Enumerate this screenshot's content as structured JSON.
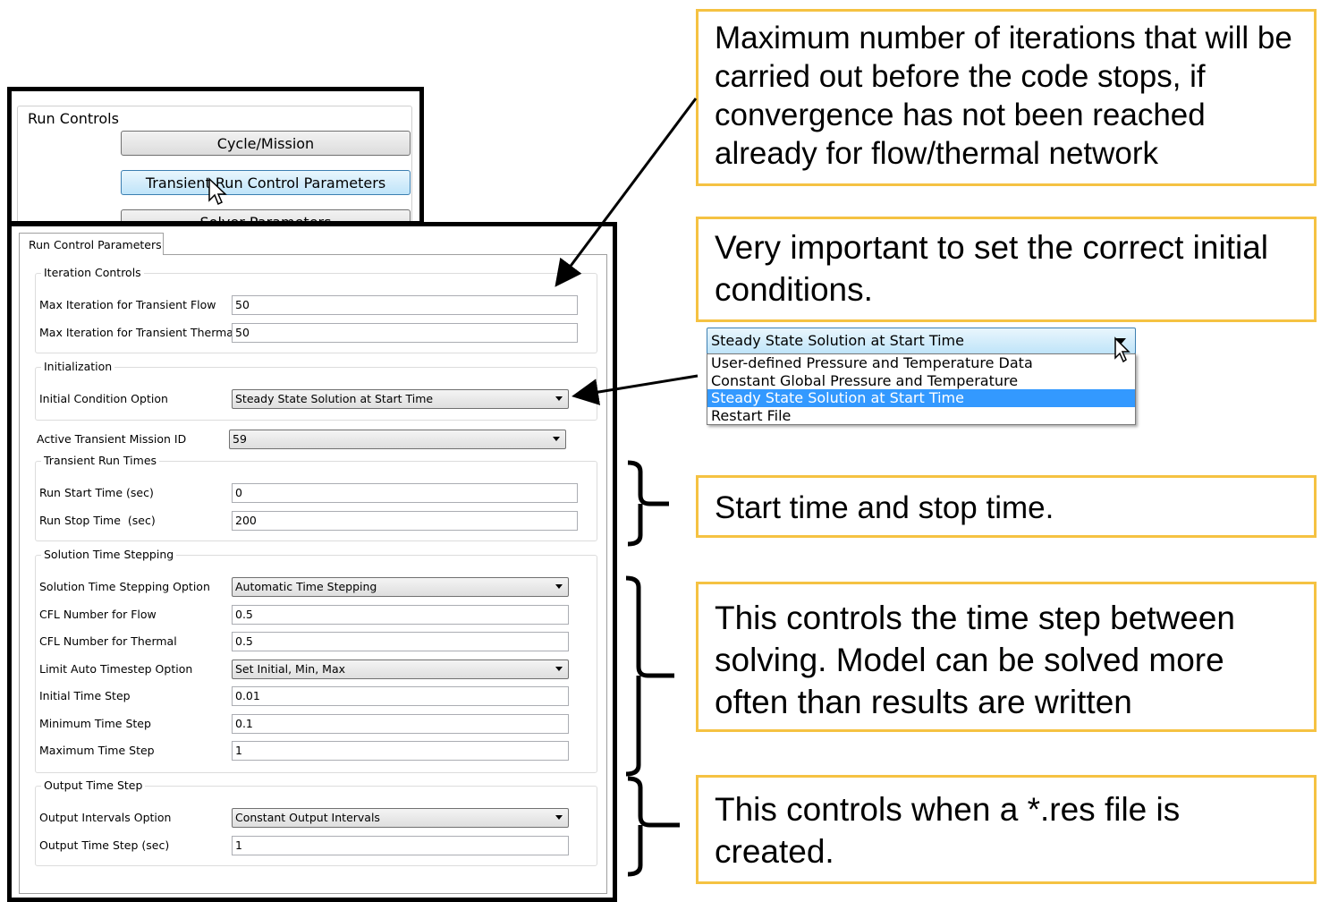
{
  "run_controls": {
    "title": "Run Controls",
    "buttons": [
      "Cycle/Mission",
      "Transient Run Control Parameters",
      "Solver Parameters"
    ]
  },
  "params": {
    "tab": "Run Control Parameters",
    "iteration": {
      "title": "Iteration Controls",
      "flow_label": "Max Iteration for Transient Flow",
      "flow_value": "50",
      "thermal_label": "Max Iteration for Transient Thermal",
      "thermal_value": "50"
    },
    "init": {
      "title": "Initialization",
      "option_label": "Initial Condition Option",
      "option_value": "Steady State Solution at Start Time"
    },
    "mission": {
      "label": "Active Transient Mission ID",
      "value": "59"
    },
    "run_times": {
      "title": "Transient Run Times",
      "start_label": "Run Start Time (sec)",
      "start_value": "0",
      "stop_label": "Run Stop Time  (sec)",
      "stop_value": "200"
    },
    "stepping": {
      "title": "Solution Time Stepping",
      "option_label": "Solution Time Stepping Option",
      "option_value": "Automatic Time Stepping",
      "cfl_flow_label": "CFL Number for Flow",
      "cfl_flow_value": "0.5",
      "cfl_thermal_label": "CFL Number for Thermal",
      "cfl_thermal_value": "0.5",
      "limit_label": "Limit Auto Timestep Option",
      "limit_value": "Set Initial, Min, Max",
      "initial_label": "Initial Time Step",
      "initial_value": "0.01",
      "min_label": "Minimum Time Step",
      "min_value": "0.1",
      "max_label": "Maximum Time Step",
      "max_value": "1"
    },
    "output": {
      "title": "Output Time Step",
      "option_label": "Output Intervals Option",
      "option_value": "Constant Output Intervals",
      "step_label": "Output Time Step (sec)",
      "step_value": "1"
    }
  },
  "callouts": {
    "iterations": "Maximum number of iterations that will be carried out before the code stops, if convergence has not been reached already for flow/thermal network",
    "initial": "Very important to set the correct initial conditions.",
    "times": "Start time and stop time.",
    "stepping": "This controls the time step between solving.  Model can be solved more often than results are written",
    "output": "This controls when a *.res file is created."
  },
  "popup": {
    "selected": "Steady State Solution at Start Time",
    "options": [
      "User-defined Pressure and Temperature Data",
      "Constant Global Pressure and Temperature",
      "Steady State Solution at Start Time",
      "Restart File"
    ]
  },
  "colors": {
    "callout_border": "#f5c242",
    "selection": "#3399ff",
    "hover_button": "#bfe4f9"
  }
}
